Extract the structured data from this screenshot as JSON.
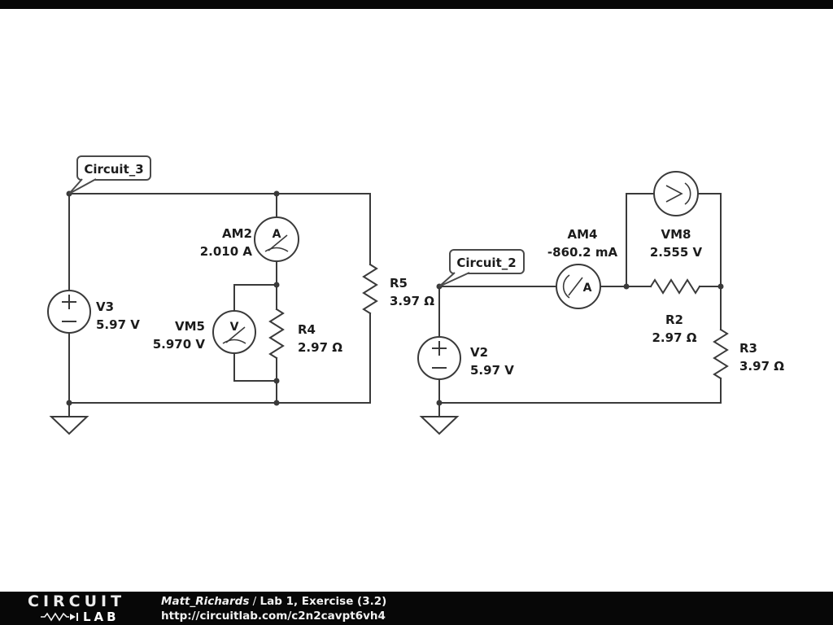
{
  "footer": {
    "logo_top": "CIRCUIT",
    "logo_bottom": "LAB",
    "author": "Matt_Richards",
    "sep": " / ",
    "title": "Lab 1, Exercise (3.2)",
    "url": "http://circuitlab.com/c2n2cavpt6vh4"
  },
  "circuit3": {
    "callout": "Circuit_3",
    "v3_name": "V3",
    "v3_value": "5.97 V",
    "am2_name": "AM2",
    "am2_value": "2.010 A",
    "am2_symbol": "A",
    "vm5_name": "VM5",
    "vm5_value": "5.970 V",
    "vm5_symbol": "V",
    "r4_name": "R4",
    "r4_value": "2.97 Ω",
    "r5_name": "R5",
    "r5_value": "3.97 Ω"
  },
  "circuit2": {
    "callout": "Circuit_2",
    "v2_name": "V2",
    "v2_value": "5.97 V",
    "am4_name": "AM4",
    "am4_value": "-860.2 mA",
    "am4_symbol": "A",
    "vm8_name": "VM8",
    "vm8_value": "2.555 V",
    "r2_name": "R2",
    "r2_value": "2.97 Ω",
    "r3_name": "R3",
    "r3_value": "3.97 Ω"
  },
  "colors": {
    "wire": "#3a3a3a",
    "text": "#1c1c1c",
    "bar": "#070707",
    "background": "#ffffff"
  }
}
